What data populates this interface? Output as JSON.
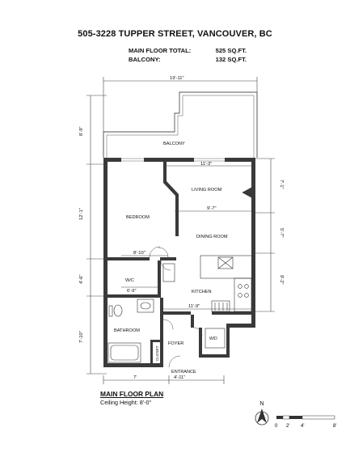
{
  "header": {
    "address": "505-3228 TUPPER STREET, VANCOUVER, BC"
  },
  "areas": [
    {
      "label": "MAIN FLOOR TOTAL:",
      "value": "525 SQ.FT."
    },
    {
      "label": "BALCONY:",
      "value": "132 SQ.FT."
    }
  ],
  "rooms": {
    "balcony": "BALCONY",
    "living_room": "LIVING ROOM",
    "bedroom": "BEDROOM",
    "dining_room": "DINING ROOM",
    "wic": "W/C",
    "kitchen": "KITCHEN",
    "bathroom": "BATHROOM",
    "closet": "CLOSET",
    "foyer": "FOYER",
    "entrance": "ENTRANCE",
    "washer_dryer": "W/D"
  },
  "dimensions": {
    "overall_width": "19'-11\"",
    "living_width": "11'-3\"",
    "dining_width": "9'-7\"",
    "bed_closet_width": "8'-10\"",
    "wic_width": "6'-9\"",
    "kitchen_width": "11'-9\"",
    "bottom_left": "7'",
    "bottom_right": "4'-11\"",
    "left_balcony": "8'-9\"",
    "left_bedroom": "12'-1\"",
    "left_wic": "4'-6\"",
    "left_bath": "7'-10\"",
    "right_living": "7'-1\"",
    "right_dining": "5'-7\"",
    "right_kitchen": "9'-2\""
  },
  "caption": {
    "title": "MAIN FLOOR PLAN",
    "ceiling": "Ceiling Height: 8'-0\""
  },
  "compass": {
    "north": "N"
  },
  "scale": {
    "labels": [
      "0",
      "2'",
      "4'",
      "8'"
    ]
  },
  "colors": {
    "wall": "#3a3a3a",
    "line": "#333333",
    "text": "#111111"
  }
}
